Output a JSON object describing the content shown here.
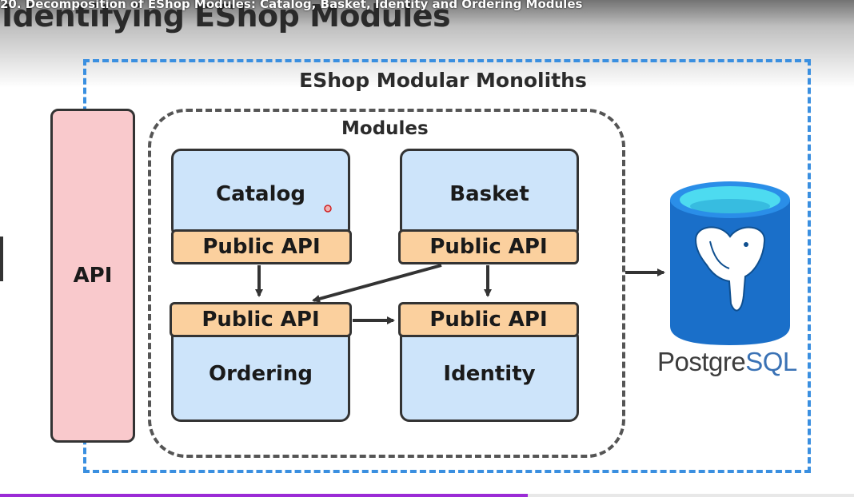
{
  "video_title": "20. Decomposition of EShop Modules: Catalog, Basket, Identity and Ordering Modules",
  "slide_title": "Identifying EShop Modules",
  "diagram": {
    "outer_title": "EShop Modular Monoliths",
    "inner_title": "Modules",
    "api_label": "API",
    "modules": {
      "catalog": {
        "name": "Catalog",
        "api": "Public API"
      },
      "basket": {
        "name": "Basket",
        "api": "Public API"
      },
      "ordering": {
        "name": "Ordering",
        "api": "Public API"
      },
      "identity": {
        "name": "Identity",
        "api": "Public API"
      }
    },
    "database": {
      "logo_text_part1": "Postgre",
      "logo_text_part2": "SQL",
      "icon": "postgresql-elephant-icon"
    }
  },
  "colors": {
    "outer_border": "#3a8fe0",
    "module_fill": "#cde4fa",
    "public_api_fill": "#fbd09e",
    "api_fill": "#f9c9cc",
    "db_blue": "#1a6fc9"
  }
}
